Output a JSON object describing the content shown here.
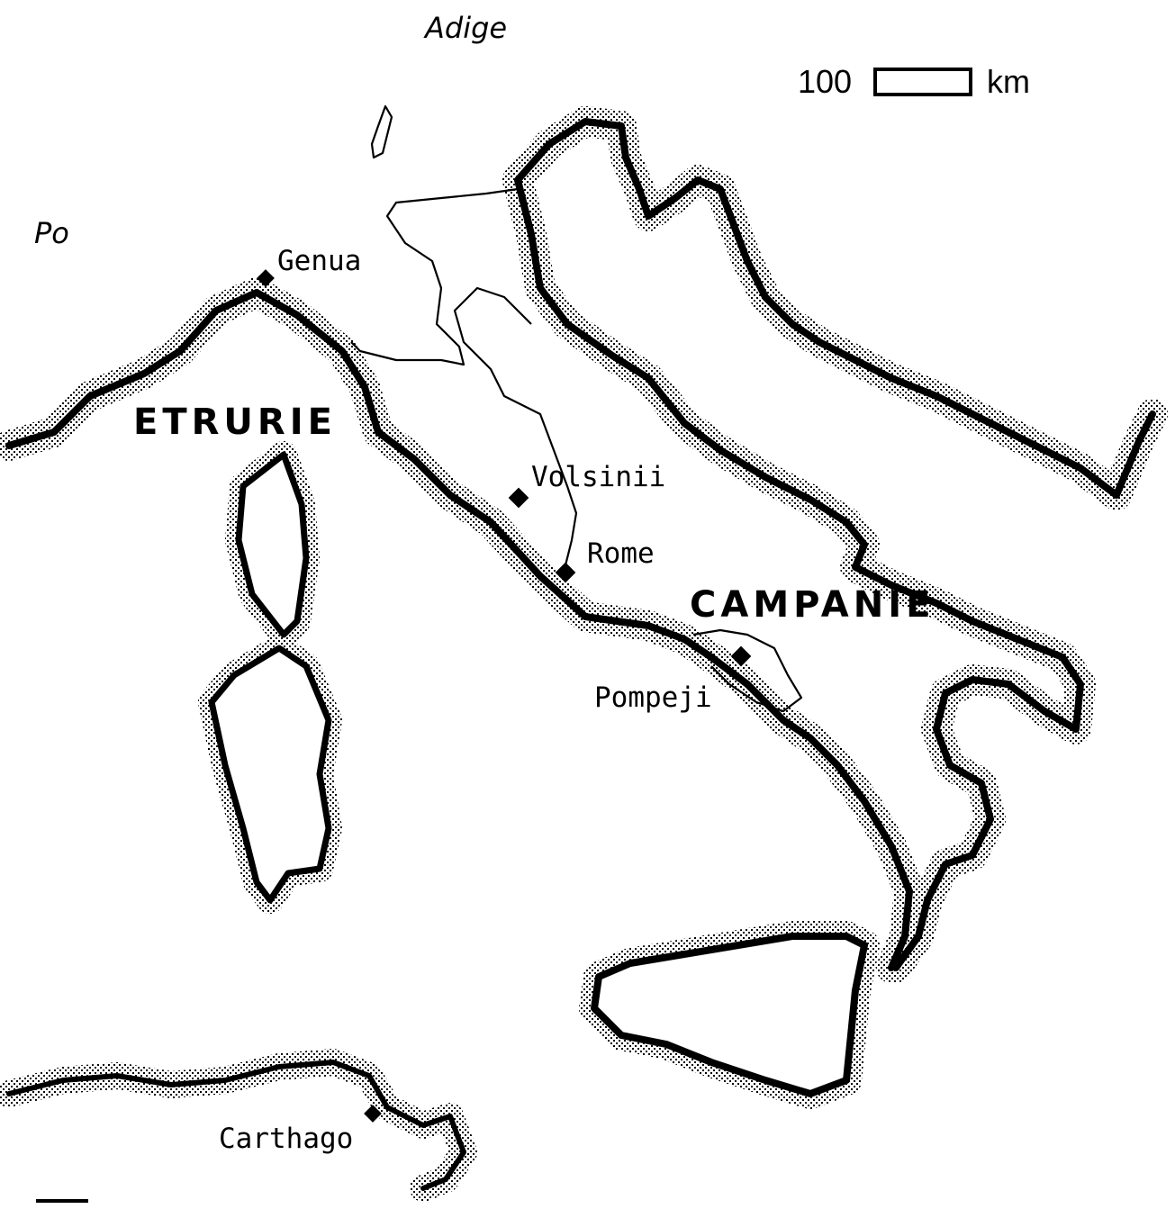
{
  "rivers": [
    {
      "id": "po",
      "label": "Po"
    },
    {
      "id": "adige",
      "label": "Adige"
    }
  ],
  "regions": [
    {
      "id": "etrurie",
      "label": "ETRURIE"
    },
    {
      "id": "campanie",
      "label": "CAMPANIE"
    }
  ],
  "cities": [
    {
      "id": "genua",
      "label": "Genua"
    },
    {
      "id": "volsinii",
      "label": "Volsinii"
    },
    {
      "id": "rome",
      "label": "Rome"
    },
    {
      "id": "pompeji",
      "label": "Pompeji"
    },
    {
      "id": "carthago",
      "label": "Carthago"
    }
  ],
  "scale": {
    "value": "100",
    "unit": "km"
  },
  "colors": {
    "coast": "#000000",
    "background": "#ffffff"
  }
}
